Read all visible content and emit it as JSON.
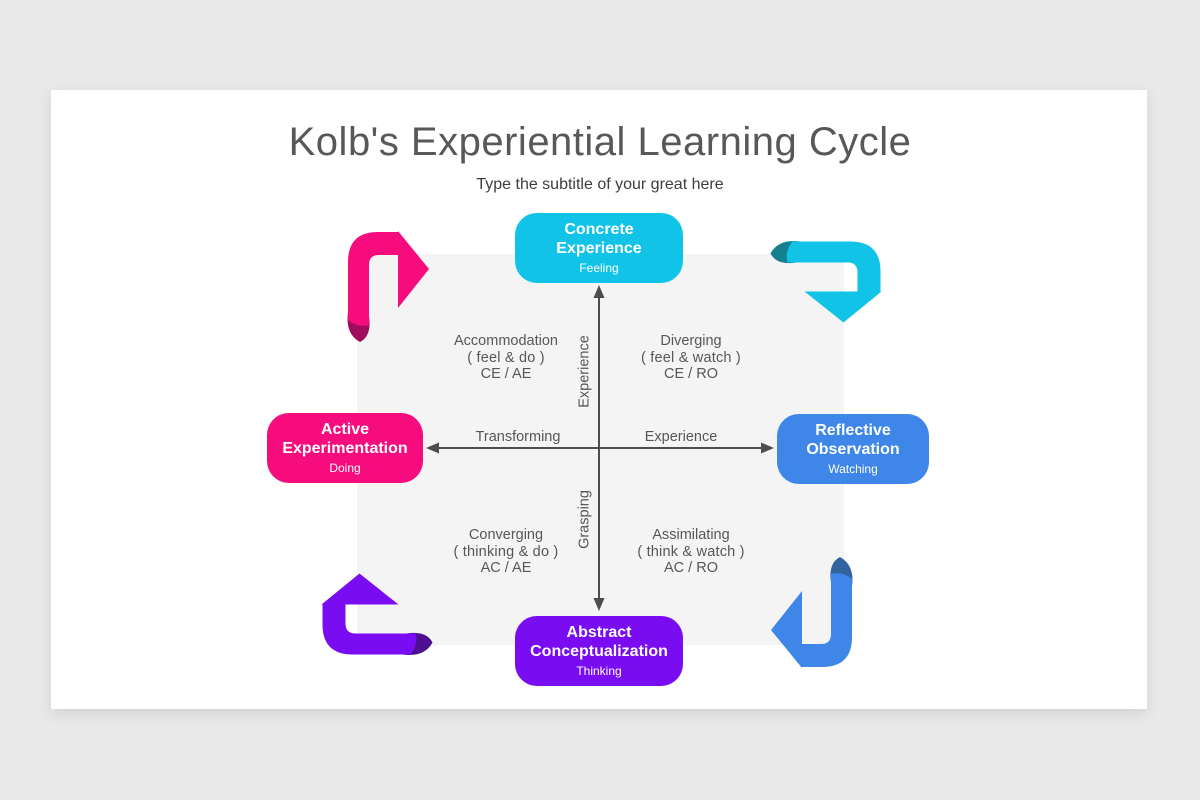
{
  "title": "Kolb's Experiential Learning Cycle",
  "subtitle": "Type the subtitle of your great here",
  "stages": {
    "top": {
      "name": "Concrete Experience",
      "tag": "Feeling",
      "color": "#12c3e8"
    },
    "right": {
      "name": "Reflective Observation",
      "tag": "Watching",
      "color": "#3e86e8"
    },
    "bottom": {
      "name": "Abstract Conceptualization",
      "tag": "Thinking",
      "color": "#7a0cf2"
    },
    "left": {
      "name": "Active Experimentation",
      "tag": "Doing",
      "color": "#f70c7e"
    }
  },
  "quadrants": {
    "top_left": {
      "style": "Accommodation",
      "modes": "( feel & do )",
      "abbr": "CE / AE"
    },
    "top_right": {
      "style": "Diverging",
      "modes": "( feel & watch )",
      "abbr": "CE / RO"
    },
    "bottom_left": {
      "style": "Converging",
      "modes": "( thinking & do )",
      "abbr": "AC / AE"
    },
    "bottom_right": {
      "style": "Assimilating",
      "modes": "( think & watch )",
      "abbr": "AC / RO"
    }
  },
  "axes": {
    "vertical_top": "Experience",
    "vertical_bottom": "Grasping",
    "horizontal_left": "Transforming",
    "horizontal_right": "Experience",
    "line_color": "#4d4d4d"
  },
  "arrows": {
    "top_left": {
      "color": "#f70c7e",
      "fold": "#a00d5c"
    },
    "top_right": {
      "color": "#12c3e8",
      "fold": "#15808f"
    },
    "bottom_right": {
      "color": "#3e86e8",
      "fold": "#33639f"
    },
    "bottom_left": {
      "color": "#7a0cf2",
      "fold": "#4c0f92"
    }
  }
}
